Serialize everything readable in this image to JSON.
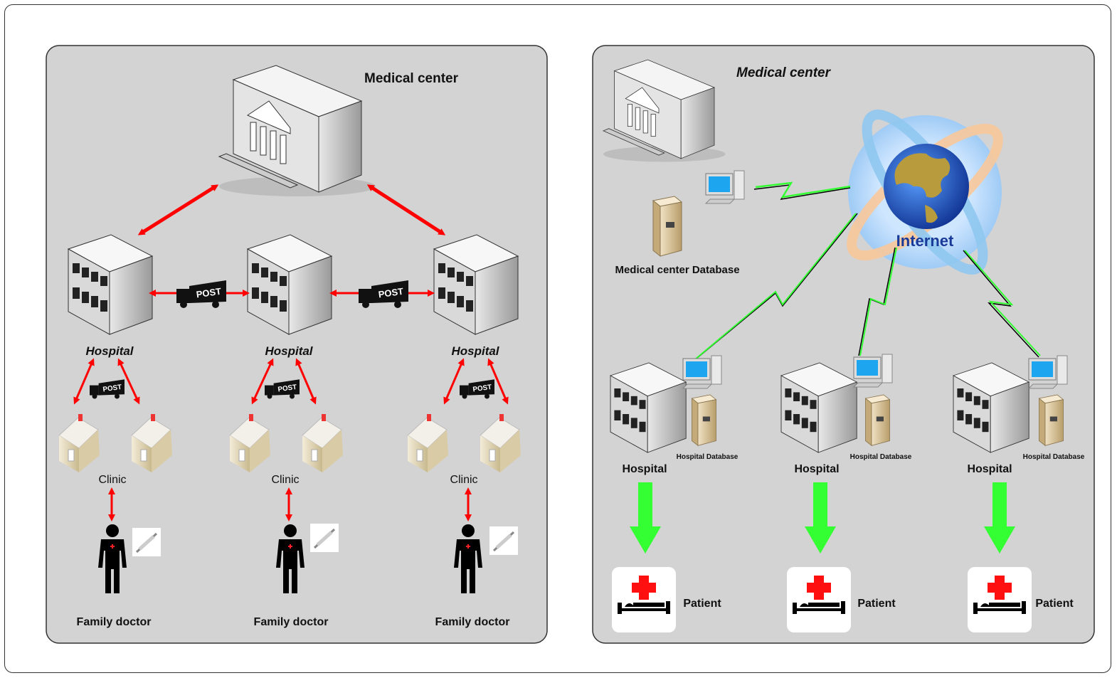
{
  "left_panel": {
    "medical_center_label": "Medical center",
    "hospitals": [
      {
        "label": "Hospital",
        "clinic_label": "Clinic",
        "doctor_label": "Family doctor"
      },
      {
        "label": "Hospital",
        "clinic_label": "Clinic",
        "doctor_label": "Family doctor"
      },
      {
        "label": "Hospital",
        "clinic_label": "Clinic",
        "doctor_label": "Family doctor"
      }
    ],
    "post_label": "POST",
    "colors": {
      "arrow": "#ff0000",
      "panel": "#d3d3d3"
    }
  },
  "right_panel": {
    "medical_center_label": "Medical center",
    "database_label": "Medical center Database",
    "internet_label": "Internet",
    "hospitals": [
      {
        "label": "Hospital",
        "db_label": "Hospital Database",
        "patient_label": "Patient"
      },
      {
        "label": "Hospital",
        "db_label": "Hospital Database",
        "patient_label": "Patient"
      },
      {
        "label": "Hospital",
        "db_label": "Hospital Database",
        "patient_label": "Patient"
      }
    ],
    "colors": {
      "green_arrow": "#33ff33",
      "internet_text": "#1a3a9a",
      "cross": "#ff0000"
    }
  }
}
